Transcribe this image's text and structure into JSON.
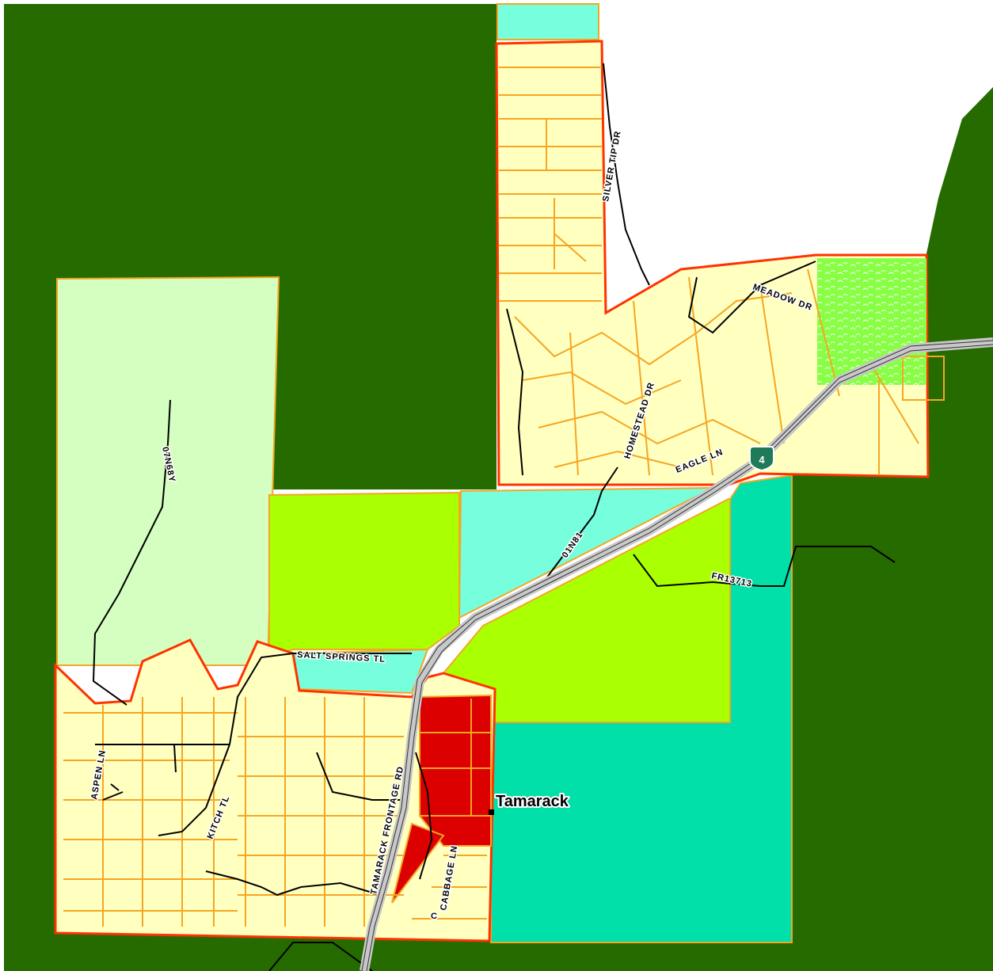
{
  "colors": {
    "forest": "#256b00",
    "residential": "#ffffc0",
    "residential_border": "#ff3300",
    "parcel_line": "#f5a623",
    "commercial": "#dd0000",
    "cyan_zone": "#77ffdd",
    "teal_zone": "#00e0a8",
    "lime_zone": "#aaff00",
    "pale_green_zone": "#d4ffc0",
    "wetland": "#88ff44",
    "highway": "#c8c8c8"
  },
  "place": {
    "label": "Tamarack"
  },
  "highway": {
    "shield_number": "4",
    "shield_icon": "state-route-shield-icon"
  },
  "roads": {
    "silver_tip": "SILVER TIP DR",
    "meadow": "MEADOW DR",
    "homestead": "HOMESTEAD DR",
    "eagle": "EAGLE LN",
    "road_01n81": "01N81",
    "fr13713": "FR13713",
    "road_07n68y": "07N68Y",
    "salt_springs": "SALT SPRINGS TL",
    "aspen": "ASPEN LN",
    "kitch": "KITCH TL",
    "tamarack_frontage": "TAMARACK FRONTAGE RD",
    "cabbage": "CABBAGE LN",
    "c": "C"
  }
}
